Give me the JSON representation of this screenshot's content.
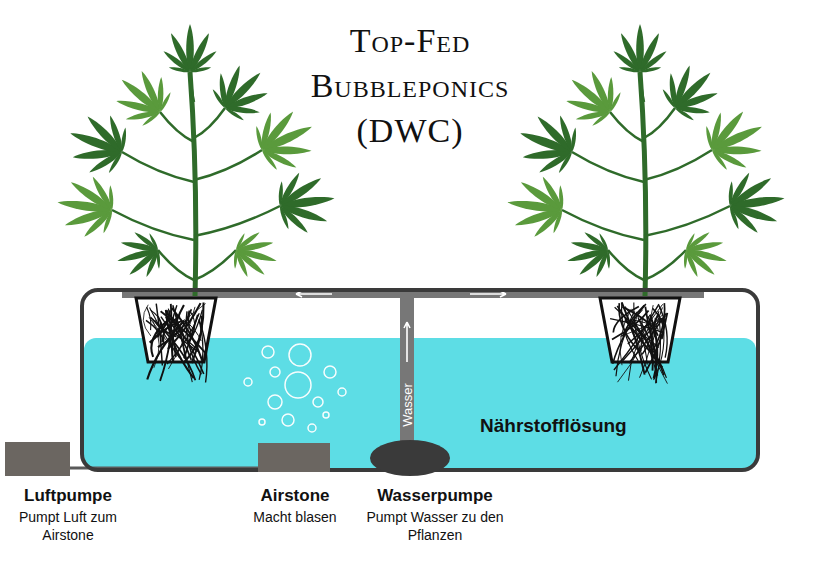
{
  "diagram": {
    "title": "Top-Fed Bubbleponics (DWC)",
    "nodes": [
      {
        "text": [
          "Nährstofflösung"
        ]
      },
      {
        "text": [
          "Luftpumpe",
          "Pumpt Luft zum Airstone"
        ]
      },
      {
        "text": [
          "Airstone",
          "Macht blasen"
        ],
        "in": 0
      },
      {
        "text": [
          "Wasserpumpe",
          "Pumpt Wasser zu den Pflanzen"
        ],
        "in": 0
      },
      {
        "text": [
          "Wasser"
        ],
        "in": 0
      }
    ],
    "edges": [
      {
        "from": 1,
        "to": 2,
        "arrow": "none"
      }
    ]
  }
}
